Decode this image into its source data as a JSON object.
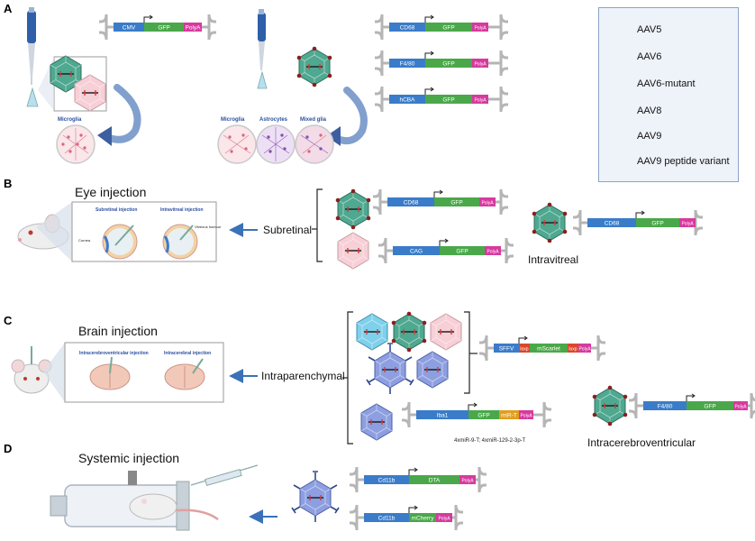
{
  "panels": {
    "a": "A",
    "b": "B",
    "c": "C",
    "d": "D"
  },
  "legend": {
    "items": [
      {
        "label": "AAV5",
        "color": "#7fd0ea",
        "icon": "aav5-capsid-icon"
      },
      {
        "label": "AAV6",
        "color": "#4fa890",
        "icon": "aav6-capsid-icon"
      },
      {
        "label": "AAV6-mutant",
        "color": "#4fa890",
        "icon": "aav6-mutant-capsid-icon"
      },
      {
        "label": "AAV8",
        "color": "#f7cfd6",
        "icon": "aav8-capsid-icon"
      },
      {
        "label": "AAV9",
        "color": "#8d9fe0",
        "icon": "aav9-capsid-icon"
      },
      {
        "label": "AAV9 peptide variant",
        "color": "#8d9fe0",
        "icon": "aav9-peptide-variant-icon"
      }
    ]
  },
  "colors": {
    "promoter": "#3a7cc9",
    "gfp": "#4aa84a",
    "polya": "#d63a9e",
    "loxp": "#d9482b",
    "mir": "#e0a020",
    "arrow": "#3a72b8"
  },
  "panel_a": {
    "cells_left": [
      "Microglia"
    ],
    "cells_right": [
      "Microglia",
      "Astrocytes",
      "Mixed glia"
    ],
    "construct_left": [
      "CMV",
      "GFP",
      "PolyA"
    ],
    "constructs_right": [
      [
        "CD68",
        "GFP",
        "PolyA"
      ],
      [
        "F4/80",
        "GFP",
        "PolyA"
      ],
      [
        "hCBA",
        "GFP",
        "PolyA"
      ]
    ]
  },
  "panel_b": {
    "title": "Eye injection",
    "subretinal_injection": "Subretinal injection",
    "intravitreal_injection": "Intravitreal injection",
    "cornea": "Cornea",
    "vitreous_humour": "Vitreous humour",
    "route_subretinal": "Subretinal",
    "route_intravitreal": "Intravitreal",
    "construct_1": [
      "CD68",
      "GFP",
      "PolyA"
    ],
    "construct_2": [
      "CAG",
      "GFP",
      "PolyA"
    ],
    "construct_3": [
      "CD68",
      "GFP",
      "PolyA"
    ]
  },
  "panel_c": {
    "title": "Brain injection",
    "icv_injection": "Intracerebroventricular  injection",
    "ic_injection": "Intracerebral  injection",
    "route_intraparenchymal": "Intraparenchymal",
    "route_icv": "Intracerebroventricular",
    "construct_sffv": [
      "SFFV",
      "loxp",
      "mScarlet",
      "loxp",
      "PolyA"
    ],
    "construct_iba1": [
      "Iba1",
      "GFP",
      "miR-T",
      "PolyA"
    ],
    "mir_note": "4xmiR-9-T; 4xmiR-129-2-3p-T",
    "construct_f480": [
      "F4/80",
      "GFP",
      "PolyA"
    ]
  },
  "panel_d": {
    "title": "Systemic injection",
    "construct_dta": [
      "Cd11b",
      "DTA",
      "PolyA"
    ],
    "construct_mcherry": [
      "Cd11b",
      "mCherry",
      "PolyA"
    ]
  }
}
